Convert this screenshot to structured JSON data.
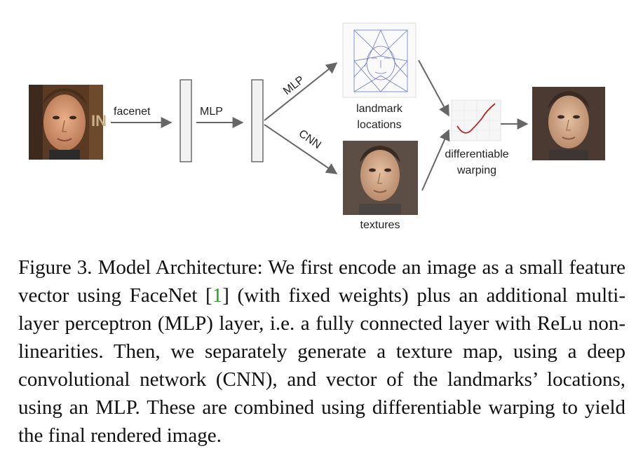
{
  "figure": {
    "labels": {
      "facenet": "facenet",
      "mlp_first": "MLP",
      "mlp_branch": "MLP",
      "cnn_branch": "CNN",
      "landmark_line1": "landmark",
      "landmark_line2": "locations",
      "textures": "textures",
      "warping_line1": "differentiable",
      "warping_line2": "warping"
    }
  },
  "caption": {
    "prefix": "Figure 3. Model Architecture: We first encode an image as a small feature vector using FaceNet [",
    "ref": "1",
    "suffix": "] (with fixed weights) plus an additional multi-layer perceptron (MLP) layer, i.e. a fully connected layer with ReLu non-linearities. Then, we separately generate a texture map, using a deep convolutional network (CNN), and vector of the landmarks’ locations, using an MLP. These are combined using differentiable warping to yield the final rendered image."
  }
}
